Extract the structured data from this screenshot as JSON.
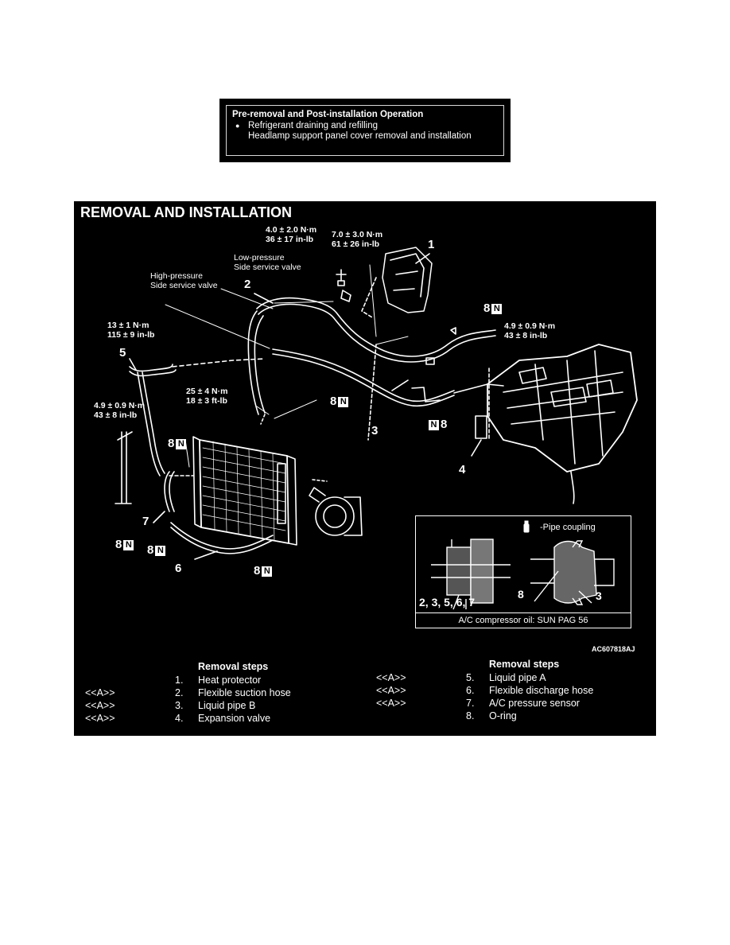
{
  "pre_op": {
    "title": "Pre-removal and Post-installation Operation",
    "bullet": "●",
    "line1": "Refrigerant draining and refilling",
    "line2": "Headlamp support panel cover removal and installation"
  },
  "diagram": {
    "title": "REMOVAL AND INSTALLATION",
    "n_symbol": "N",
    "torques": {
      "t1": [
        "4.0 ± 2.0 N·m",
        "36 ± 17 in-lb"
      ],
      "t2": [
        "7.0 ± 3.0 N·m",
        "61 ± 26 in-lb"
      ],
      "t3": [
        "13 ± 1 N·m",
        "115 ± 9 in-lb"
      ],
      "t4": [
        "4.9 ± 0.9 N·m",
        "43 ± 8 in-lb"
      ],
      "t5": [
        "25 ± 4 N·m",
        "18 ± 3 ft-lb"
      ],
      "t6": [
        "4.9 ± 0.9 N·m",
        "43 ± 8 in-lb"
      ]
    },
    "valves": {
      "low": [
        "Low-pressure",
        "Side service valve"
      ],
      "high": [
        "High-pressure",
        "Side service valve"
      ]
    },
    "callouts": {
      "c1": "1",
      "c2": "2",
      "c3": "3",
      "c4": "4",
      "c5": "5",
      "c6": "6",
      "c7": "7",
      "c8": "8"
    },
    "inset": {
      "legend": "-Pipe coupling",
      "label_group": "2, 3, 5, 6, 7",
      "label_8": "8",
      "label_3": "3",
      "caption": "A/C compressor oil: SUN PAG 56"
    },
    "figure_code": "AC607818AJ"
  },
  "steps": {
    "heading": "Removal steps",
    "left": [
      {
        "tag": "",
        "num": "1.",
        "text": "Heat protector"
      },
      {
        "tag": "<<A>>",
        "num": "2.",
        "text": "Flexible suction hose"
      },
      {
        "tag": "<<A>>",
        "num": "3.",
        "text": "Liquid pipe B"
      },
      {
        "tag": "<<A>>",
        "num": "4.",
        "text": "Expansion valve"
      }
    ],
    "right": [
      {
        "tag": "<<A>>",
        "num": "5.",
        "text": "Liquid pipe A"
      },
      {
        "tag": "<<A>>",
        "num": "6.",
        "text": "Flexible discharge hose"
      },
      {
        "tag": "<<A>>",
        "num": "7.",
        "text": "A/C pressure sensor"
      },
      {
        "tag": "",
        "num": "8.",
        "text": "O-ring"
      }
    ]
  }
}
